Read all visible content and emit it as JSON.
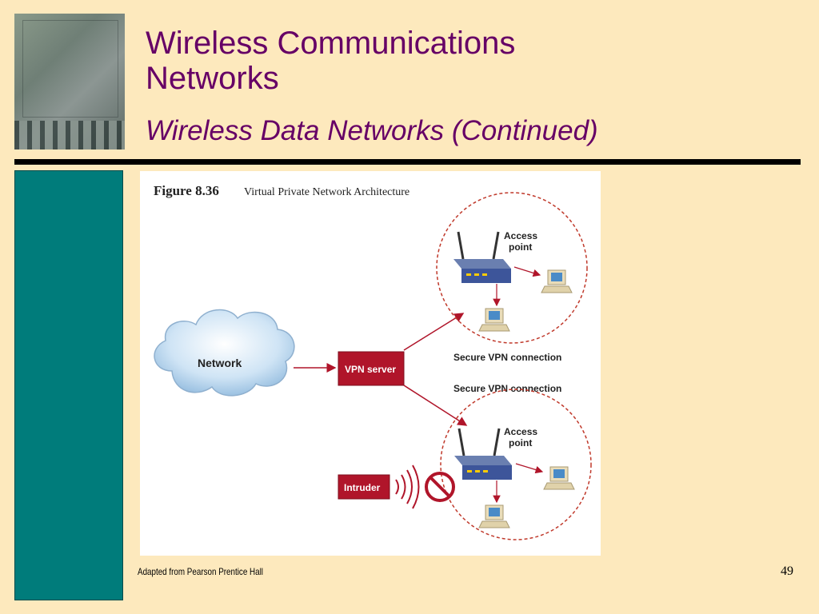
{
  "slide": {
    "title_line1": "Wireless Communications",
    "title_line2": "Networks",
    "subtitle": "Wireless Data Networks (Continued)",
    "footer": "Adapted from Pearson Prentice Hall",
    "page_number": "49"
  },
  "figure": {
    "number": "Figure 8.36",
    "caption": "Virtual Private Network Architecture",
    "network_label": "Network",
    "vpn_server_label": "VPN server",
    "secure_connection_top": "Secure VPN connection",
    "secure_connection_bottom": "Secure VPN connection",
    "access_point_top_line1": "Access",
    "access_point_top_line2": "point",
    "access_point_bottom_line1": "Access",
    "access_point_bottom_line2": "point",
    "intruder_label": "Intruder"
  },
  "colors": {
    "title": "#660066",
    "background": "#fde9bd",
    "side_panel": "#007c7b",
    "accent_red": "#b0152a"
  }
}
